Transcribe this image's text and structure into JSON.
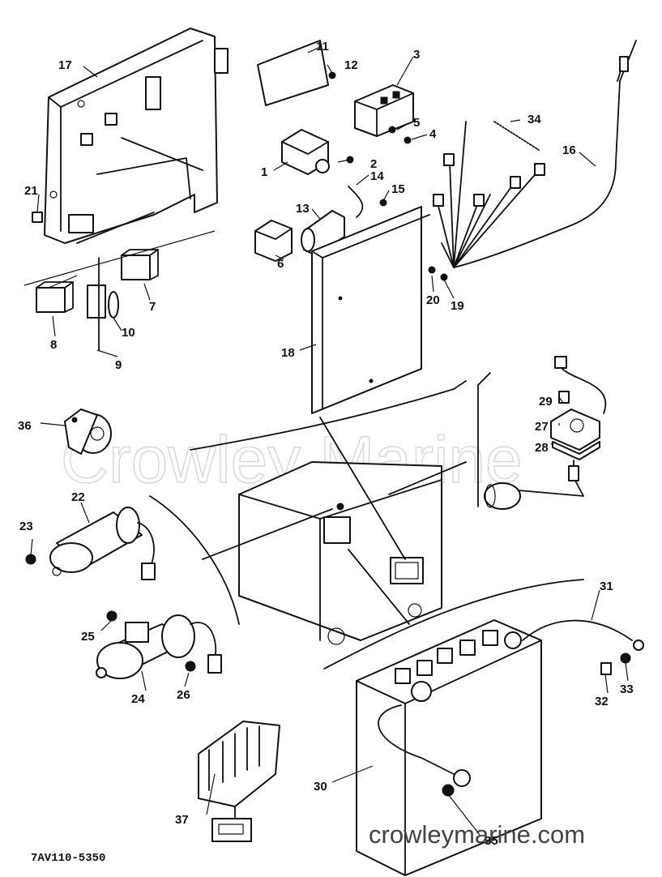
{
  "watermark": "Crowley Marine",
  "site_text": "crowleymarine.com",
  "drawing_code": "7AV110-5350",
  "callouts": [
    "1",
    "2",
    "3",
    "4",
    "5",
    "6",
    "7",
    "8",
    "9",
    "10",
    "11",
    "12",
    "13",
    "14",
    "15",
    "16",
    "17",
    "18",
    "19",
    "20",
    "21",
    "22",
    "23",
    "24",
    "25",
    "26",
    "27",
    "28",
    "29",
    "30",
    "31",
    "32",
    "33",
    "34",
    "35",
    "36",
    "37"
  ]
}
